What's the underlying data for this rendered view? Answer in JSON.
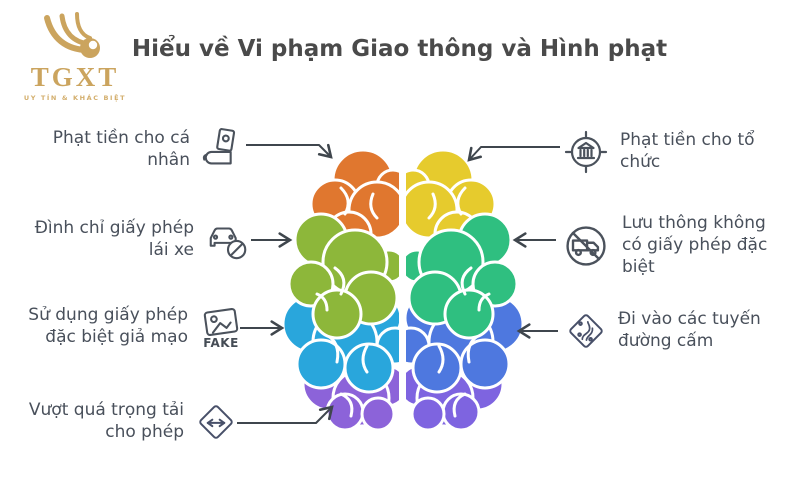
{
  "logo": {
    "brand": "TGXT",
    "tagline": "UY TÍN & KHÁC BIỆT",
    "emblem_icon": "eagle-wing-icon",
    "color": "#CBA45E"
  },
  "title": "Hiểu về Vi phạm Giao thông và Hình phạt",
  "left_items": [
    {
      "label": "Phạt tiền cho cá nhân",
      "icon": "money-in-hand-icon"
    },
    {
      "label": "Đình chỉ giấy phép lái xe",
      "icon": "car-license-suspended-icon"
    },
    {
      "label": "Sử dụng giấy phép đặc biệt giả mạo",
      "icon": "fake-document-icon",
      "icon_caption": "FAKE"
    },
    {
      "label": "Vượt quá trọng tải cho phép",
      "icon": "overload-limit-sign-icon"
    }
  ],
  "right_items": [
    {
      "label": "Phạt tiền cho tổ chức",
      "icon": "bank-target-icon"
    },
    {
      "label": "Lưu thông không có giấy phép đặc biệt",
      "icon": "no-truck-icon"
    },
    {
      "label": "Đi vào các tuyến đường cấm",
      "icon": "winding-road-sign-icon"
    }
  ],
  "brain": {
    "left_lobes": [
      {
        "name": "frontal-left",
        "color": "#E0772F"
      },
      {
        "name": "parietal-left",
        "color": "#8DB73A"
      },
      {
        "name": "temporal-left",
        "color": "#29A6DC"
      },
      {
        "name": "occipital-left",
        "color": "#8C63D9"
      }
    ],
    "right_lobes": [
      {
        "name": "frontal-right",
        "color": "#E6CB2D"
      },
      {
        "name": "parietal-right",
        "color": "#2FBF80"
      },
      {
        "name": "temporal-right",
        "color": "#4E78DF"
      },
      {
        "name": "occipital-right",
        "color": "#7E64E0"
      }
    ]
  },
  "colors": {
    "text": "#49505B",
    "arrow": "#3F464D",
    "title": "#4A4A4A",
    "background": "#FFFFFF"
  }
}
